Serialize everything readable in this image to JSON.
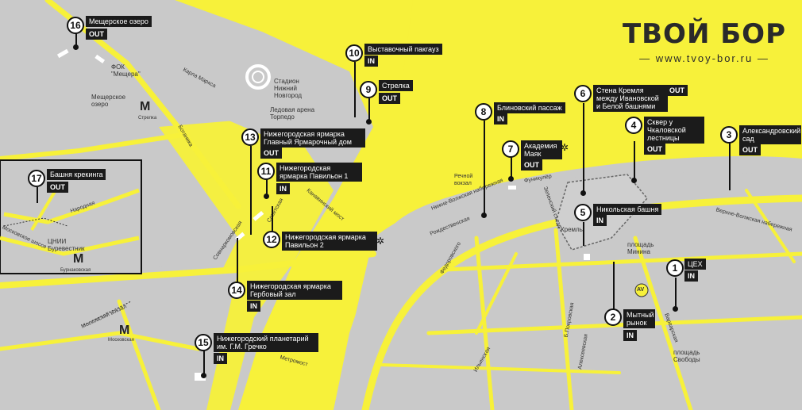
{
  "logo": {
    "title": "ТВОЙ БОР",
    "url": "— www.tvoy-bor.ru —"
  },
  "colors": {
    "land": "#c9c9c9",
    "road": "#f7f13a",
    "water": "#f7f13a",
    "label_bg": "#1b1b1b"
  },
  "venues": [
    {
      "num": "1",
      "name": "ЦЕХ",
      "mode": "IN"
    },
    {
      "num": "2",
      "name": "Мытный рынок",
      "mode": "IN"
    },
    {
      "num": "3",
      "name": "Александровский сад",
      "mode": "OUT"
    },
    {
      "num": "4",
      "name": "Сквер у Чкаловской лестницы",
      "mode": "OUT"
    },
    {
      "num": "5",
      "name": "Никольская башня",
      "mode": "IN"
    },
    {
      "num": "6",
      "name": "Стена Кремля между Ивановской и Белой башнями",
      "mode": "OUT"
    },
    {
      "num": "7",
      "name": "Академия Маяк",
      "mode": "OUT"
    },
    {
      "num": "8",
      "name": "Блиновский пассаж",
      "mode": "IN"
    },
    {
      "num": "9",
      "name": "Стрелка",
      "mode": "OUT"
    },
    {
      "num": "10",
      "name": "Выставочный пакгауз",
      "mode": "IN"
    },
    {
      "num": "11",
      "name": "Нижегородская ярмарка Павильон 1",
      "mode": "IN"
    },
    {
      "num": "12",
      "name": "Нижегородская ярмарка Павильон 2",
      "mode": ""
    },
    {
      "num": "13",
      "name": "Нижегородская ярмарка Главный Ярмарочный дом",
      "mode": "OUT"
    },
    {
      "num": "14",
      "name": "Нижегородская ярмарка Гербовый зал",
      "mode": "IN"
    },
    {
      "num": "15",
      "name": "Нижегородский планетарий им. Г.М. Гречко",
      "mode": "IN"
    },
    {
      "num": "16",
      "name": "Мещерское озеро",
      "mode": "OUT"
    },
    {
      "num": "17",
      "name": "Башня крекинга",
      "mode": "OUT"
    }
  ],
  "places": {
    "fok": "ФОК \"Мещера\"",
    "lake": "Мещерское озеро",
    "stadium": "Стадион Нижний Новгород",
    "arena": "Ледовая арена Торпедо",
    "station": "Речной вокзал",
    "kremlin": "Кремль",
    "minin": "площадь Минина",
    "svoboda": "площадь Свободы",
    "cnii": "ЦНИИ Буревестник",
    "moscow_station": "Московский вокзал"
  },
  "metro": {
    "symbol": "M",
    "strelka": "Стрелка",
    "burnakovskaya": "Бурнаковская",
    "moskovskaya": "Московская"
  },
  "streets": {
    "marx": "Карла Маркса",
    "botanika": "Ботаника",
    "sovnarkom": "Совнаркомовская",
    "sovetskaya": "Советская",
    "kanavinsky": "Канавинский мост",
    "funicular": "Фуникулёр",
    "nv_nab": "Нижне-Волжская набережная",
    "rozhd": "Рождественская",
    "zelensky": "Зеленский съезд",
    "vv_nab": "Верхне-Волжская набережная",
    "fedorovskogo": "Федоровского",
    "ilinskaya": "Ильинская",
    "alekseevskaya": "Алексеевская",
    "pokrovskaya": "Б.Покровская",
    "varvarskaya": "Варварская",
    "narodnaya": "Народная",
    "shosse": "Московское шоссе",
    "metromost": "Метромост",
    "av": "AV"
  }
}
